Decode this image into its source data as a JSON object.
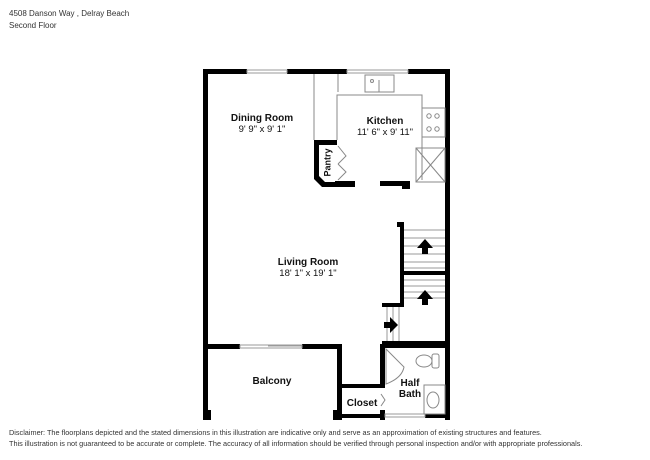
{
  "header": {
    "address": "4508 Danson Way , Delray Beach",
    "floor": "Second Floor"
  },
  "rooms": {
    "dining": {
      "name": "Dining Room",
      "dimensions": "9' 9\" x 9' 1\""
    },
    "kitchen": {
      "name": "Kitchen",
      "dimensions": "11' 6\" x 9' 11\""
    },
    "pantry": {
      "name": "Pantry"
    },
    "living": {
      "name": "Living Room",
      "dimensions": "18' 1\" x 19' 1\""
    },
    "balcony": {
      "name": "Balcony"
    },
    "closet": {
      "name": "Closet"
    },
    "half_bath": {
      "name": "Half Bath",
      "line1": "Half",
      "line2": "Bath"
    }
  },
  "fixtures": {
    "icons": [
      "sink-icon",
      "stove-icon",
      "refrigerator-icon",
      "toilet-icon",
      "bath-sink-icon",
      "stairs-up-arrow-icon"
    ]
  },
  "disclaimer": {
    "line1": "Disclaimer: The floorplans depicted and the stated dimensions in this illustration are indicative only and serve as an approximation of existing structures and features.",
    "line2": "This illustration is not guaranteed to be accurate or complete. The accuracy of all information should be verified through personal inspection and/or with appropriate professionals."
  },
  "colors": {
    "wall": "#000000",
    "thin_line": "#888888",
    "background": "#ffffff"
  }
}
